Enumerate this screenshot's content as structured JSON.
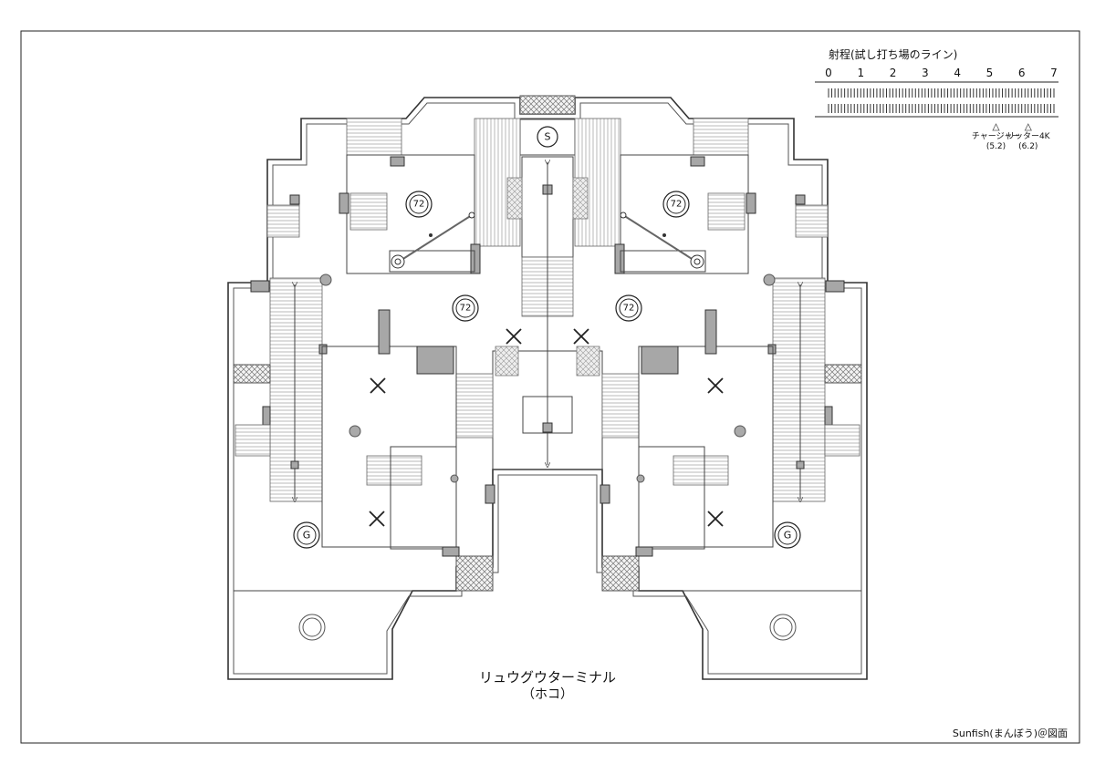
{
  "map": {
    "title": "リュウグウターミナル",
    "subtitle": "（ホコ）",
    "credit": "Sunfish(まんぼう)＠図面"
  },
  "range_chart": {
    "title": "射程(試し打ち場のライン)",
    "ticks": [
      "0",
      "1",
      "2",
      "3",
      "4",
      "5",
      "6",
      "7"
    ],
    "markers": [
      {
        "name": "チャージャー",
        "value": "(5.2)",
        "position": 5.2
      },
      {
        "name": "リッター4K",
        "value": "(6.2)",
        "position": 6.2
      }
    ]
  },
  "markers": {
    "center_label": "S",
    "goal_label": "G",
    "number_label": "72"
  }
}
